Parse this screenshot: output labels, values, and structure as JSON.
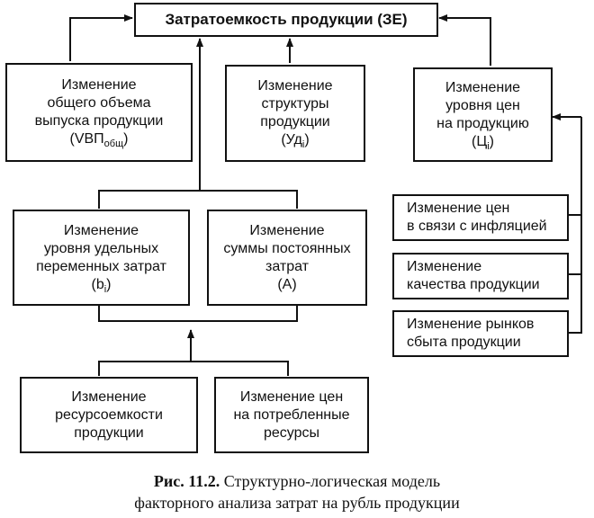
{
  "diagram": {
    "title": "Затратоемкость продукции (ЗЕ)",
    "box_total_volume": {
      "text": "Изменение\nобщего объема\nвыпуска продукции\n(VВП",
      "sub": "общ",
      "tail": ")"
    },
    "box_structure": {
      "text": "Изменение\nструктуры\nпродукции\n(Уд",
      "sub": "i",
      "tail": ")"
    },
    "box_price_level": {
      "text": "Изменение\nуровня цен\nна продукцию\n(Ц",
      "sub": "i",
      "tail": ")"
    },
    "box_variable_costs": {
      "text": "Изменение\nуровня удельных\nпеременных затрат\n(b",
      "sub": "i",
      "tail": ")"
    },
    "box_fixed_costs": {
      "text": "Изменение\nсуммы постоянных\nзатрат\n(А)"
    },
    "box_inflation": {
      "text": "Изменение цен\nв связи с инфляцией"
    },
    "box_quality": {
      "text": "Изменение\nкачества продукции"
    },
    "box_markets": {
      "text": "Изменение рынков\nсбыта продукции"
    },
    "box_resource_intensity": {
      "text": "Изменение\nресурсоемкости\nпродукции"
    },
    "box_resource_prices": {
      "text": "Изменение цен\nна потребленные\nресурсы"
    }
  },
  "caption": {
    "label": "Рис. 11.2.",
    "line1": "Структурно-логическая модель",
    "line2": "факторного анализа затрат на рубль продукции"
  }
}
